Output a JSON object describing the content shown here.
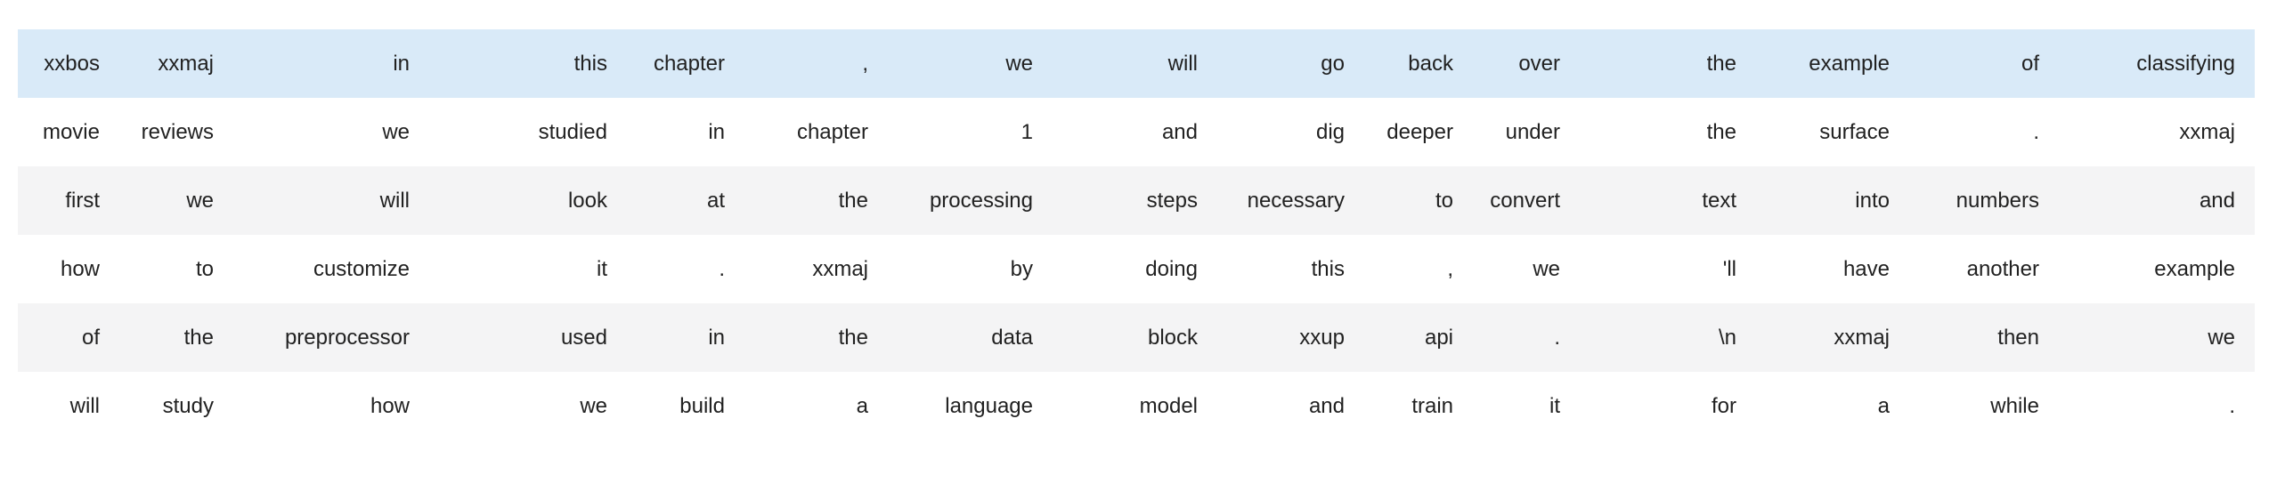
{
  "table": {
    "description_label": "tokenized-text-batch",
    "num_rows": 6,
    "num_cols": 15,
    "highlighted_row_index": 0,
    "striped_row_indices": [
      2,
      4
    ],
    "rows": [
      [
        "xxbos",
        "xxmaj",
        "in",
        "this",
        "chapter",
        ",",
        "we",
        "will",
        "go",
        "back",
        "over",
        "the",
        "example",
        "of",
        "classifying"
      ],
      [
        "movie",
        "reviews",
        "we",
        "studied",
        "in",
        "chapter",
        "1",
        "and",
        "dig",
        "deeper",
        "under",
        "the",
        "surface",
        ".",
        "xxmaj"
      ],
      [
        "first",
        "we",
        "will",
        "look",
        "at",
        "the",
        "processing",
        "steps",
        "necessary",
        "to",
        "convert",
        "text",
        "into",
        "numbers",
        "and"
      ],
      [
        "how",
        "to",
        "customize",
        "it",
        ".",
        "xxmaj",
        "by",
        "doing",
        "this",
        ",",
        "we",
        "'ll",
        "have",
        "another",
        "example"
      ],
      [
        "of",
        "the",
        "preprocessor",
        "used",
        "in",
        "the",
        "data",
        "block",
        "xxup",
        "api",
        ".",
        "\\n",
        "xxmaj",
        "then",
        "we"
      ],
      [
        "will",
        "study",
        "how",
        "we",
        "build",
        "a",
        "language",
        "model",
        "and",
        "train",
        "it",
        "for",
        "a",
        "while",
        "."
      ]
    ]
  },
  "colors": {
    "highlight_row": "#d9eaf8",
    "stripe_row": "#f4f4f5",
    "plain_row": "#ffffff",
    "text": "#212121",
    "background": "#ffffff"
  }
}
